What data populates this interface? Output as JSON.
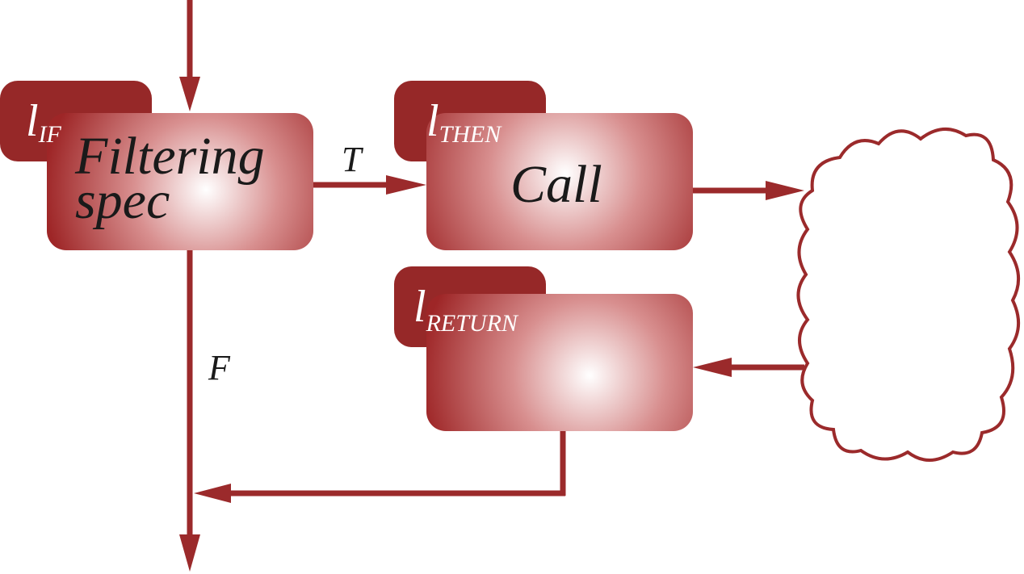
{
  "diagram": {
    "colors": {
      "accent": "#9b2a2b",
      "tab": "#962828",
      "box_gradient_inner": "#ffffff",
      "box_gradient_outer": "#9e2627",
      "text": "#1a1a1a"
    },
    "nodes": {
      "if_block": {
        "tab_letter": "l",
        "tab_sub": "IF",
        "label_line1": "Filtering",
        "label_line2": "spec"
      },
      "then_block": {
        "tab_letter": "l",
        "tab_sub": "THEN",
        "label": "Call"
      },
      "return_block": {
        "tab_letter": "l",
        "tab_sub": "RETURN",
        "label": ""
      },
      "cloud": {
        "label": ""
      }
    },
    "edges": {
      "true_label": "T",
      "false_label": "F"
    }
  }
}
